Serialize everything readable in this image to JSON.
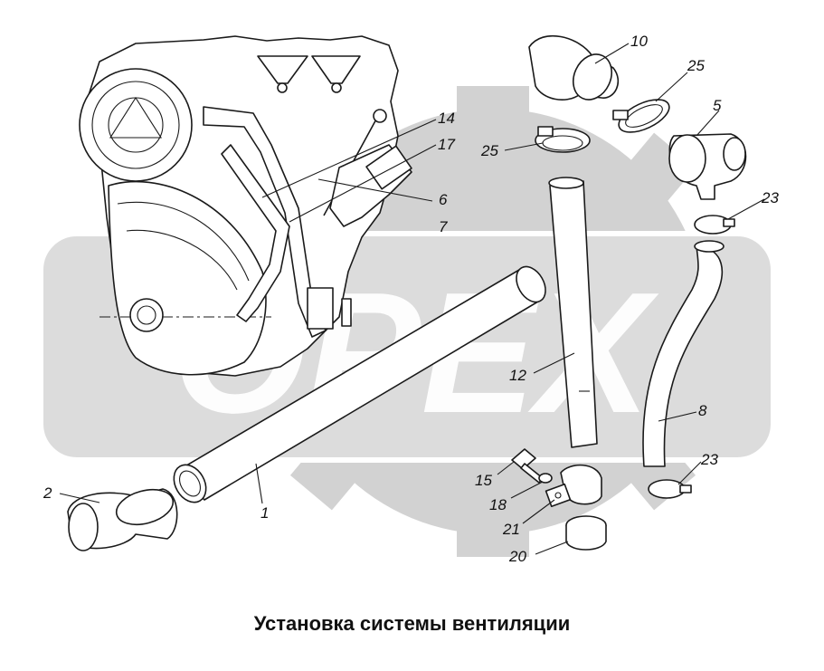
{
  "watermark": {
    "text": "ОРЕХ",
    "color": "#d2d2d2"
  },
  "caption": "Установка системы вентиляции",
  "callouts": [
    {
      "id": "callout-10",
      "text": "10"
    },
    {
      "id": "callout-25-top",
      "text": "25"
    },
    {
      "id": "callout-5",
      "text": "5"
    },
    {
      "id": "callout-25-left",
      "text": "25"
    },
    {
      "id": "callout-14",
      "text": "14"
    },
    {
      "id": "callout-17",
      "text": "17"
    },
    {
      "id": "callout-6",
      "text": "6"
    },
    {
      "id": "callout-7",
      "text": "7"
    },
    {
      "id": "callout-23-top",
      "text": "23"
    },
    {
      "id": "callout-12",
      "text": "12"
    },
    {
      "id": "callout-8",
      "text": "8"
    },
    {
      "id": "callout-23-bottom",
      "text": "23"
    },
    {
      "id": "callout-15",
      "text": "15"
    },
    {
      "id": "callout-18",
      "text": "18"
    },
    {
      "id": "callout-21",
      "text": "21"
    },
    {
      "id": "callout-20",
      "text": "20"
    },
    {
      "id": "callout-2",
      "text": "2"
    },
    {
      "id": "callout-1",
      "text": "1"
    }
  ]
}
